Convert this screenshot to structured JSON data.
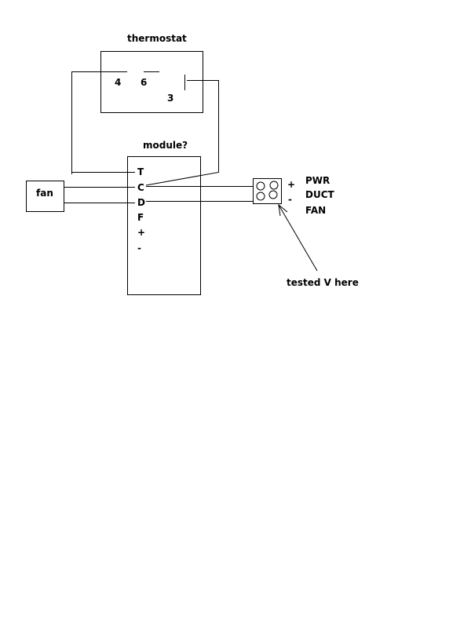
{
  "thermostat": {
    "title": "thermostat",
    "terminal_4": "4",
    "terminal_6": "6",
    "terminal_3": "3"
  },
  "module": {
    "title": "module?",
    "terminals": [
      "T",
      "C",
      "D",
      "F",
      "+",
      "-"
    ]
  },
  "fan": {
    "label": "fan"
  },
  "connector": {
    "plus": "+",
    "minus": "-",
    "labels": [
      "PWR",
      "DUCT",
      "FAN"
    ]
  },
  "annotation": {
    "text": "tested V here"
  }
}
